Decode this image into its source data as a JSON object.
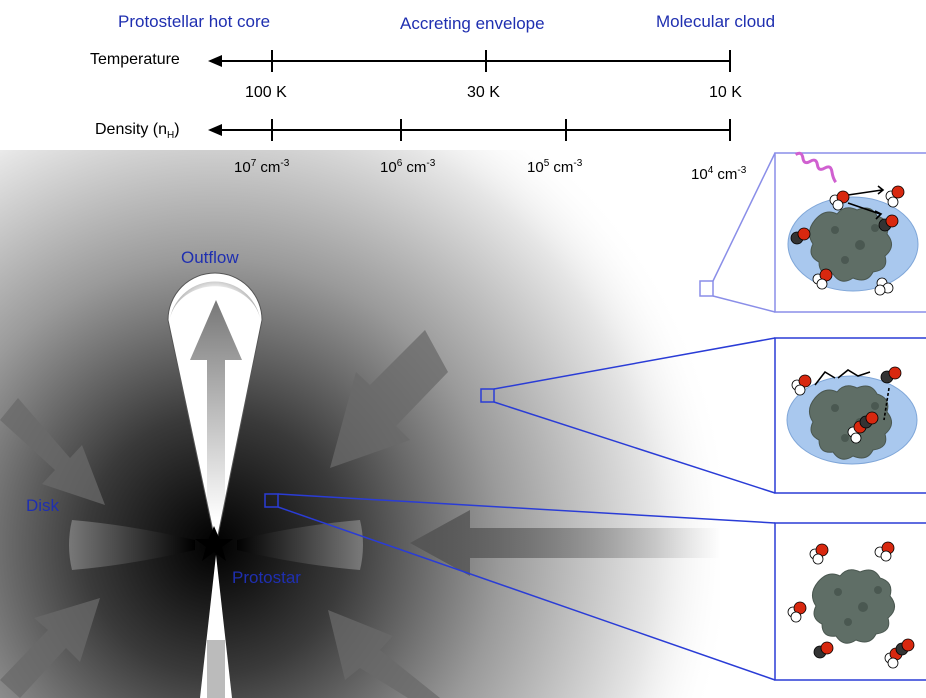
{
  "stages": {
    "hot_core": "Protostellar hot core",
    "envelope": "Accreting envelope",
    "cloud": "Molecular cloud"
  },
  "temperature": {
    "label": "Temperature",
    "ticks": [
      "100 K",
      "30 K",
      "10 K"
    ]
  },
  "density": {
    "label_main": "Density (n",
    "label_sub": "H",
    "label_close": ")",
    "ticks": [
      {
        "base": "10",
        "exp": "7",
        "unit": " cm",
        "unit_exp": "-3"
      },
      {
        "base": "10",
        "exp": "6",
        "unit": " cm",
        "unit_exp": "-3"
      },
      {
        "base": "10",
        "exp": "5",
        "unit": " cm",
        "unit_exp": "-3"
      },
      {
        "base": "10",
        "exp": "4",
        "unit": " cm",
        "unit_exp": "-3"
      }
    ]
  },
  "labels": {
    "outflow": "Outflow",
    "disk": "Disk",
    "protostar": "Protostar"
  },
  "colors": {
    "label_blue": "#1f2fb0",
    "inset_blue": "#2a3cd6",
    "inset_light": "#8a8ee8",
    "ice_mantle": "#a9c8ee",
    "oxygen": "#d8280f",
    "carbon": "#333333",
    "photon": "#d060d0"
  },
  "icons": [
    "star-icon",
    "photon-wave-icon",
    "dust-grain-icon",
    "molecule-icon"
  ]
}
